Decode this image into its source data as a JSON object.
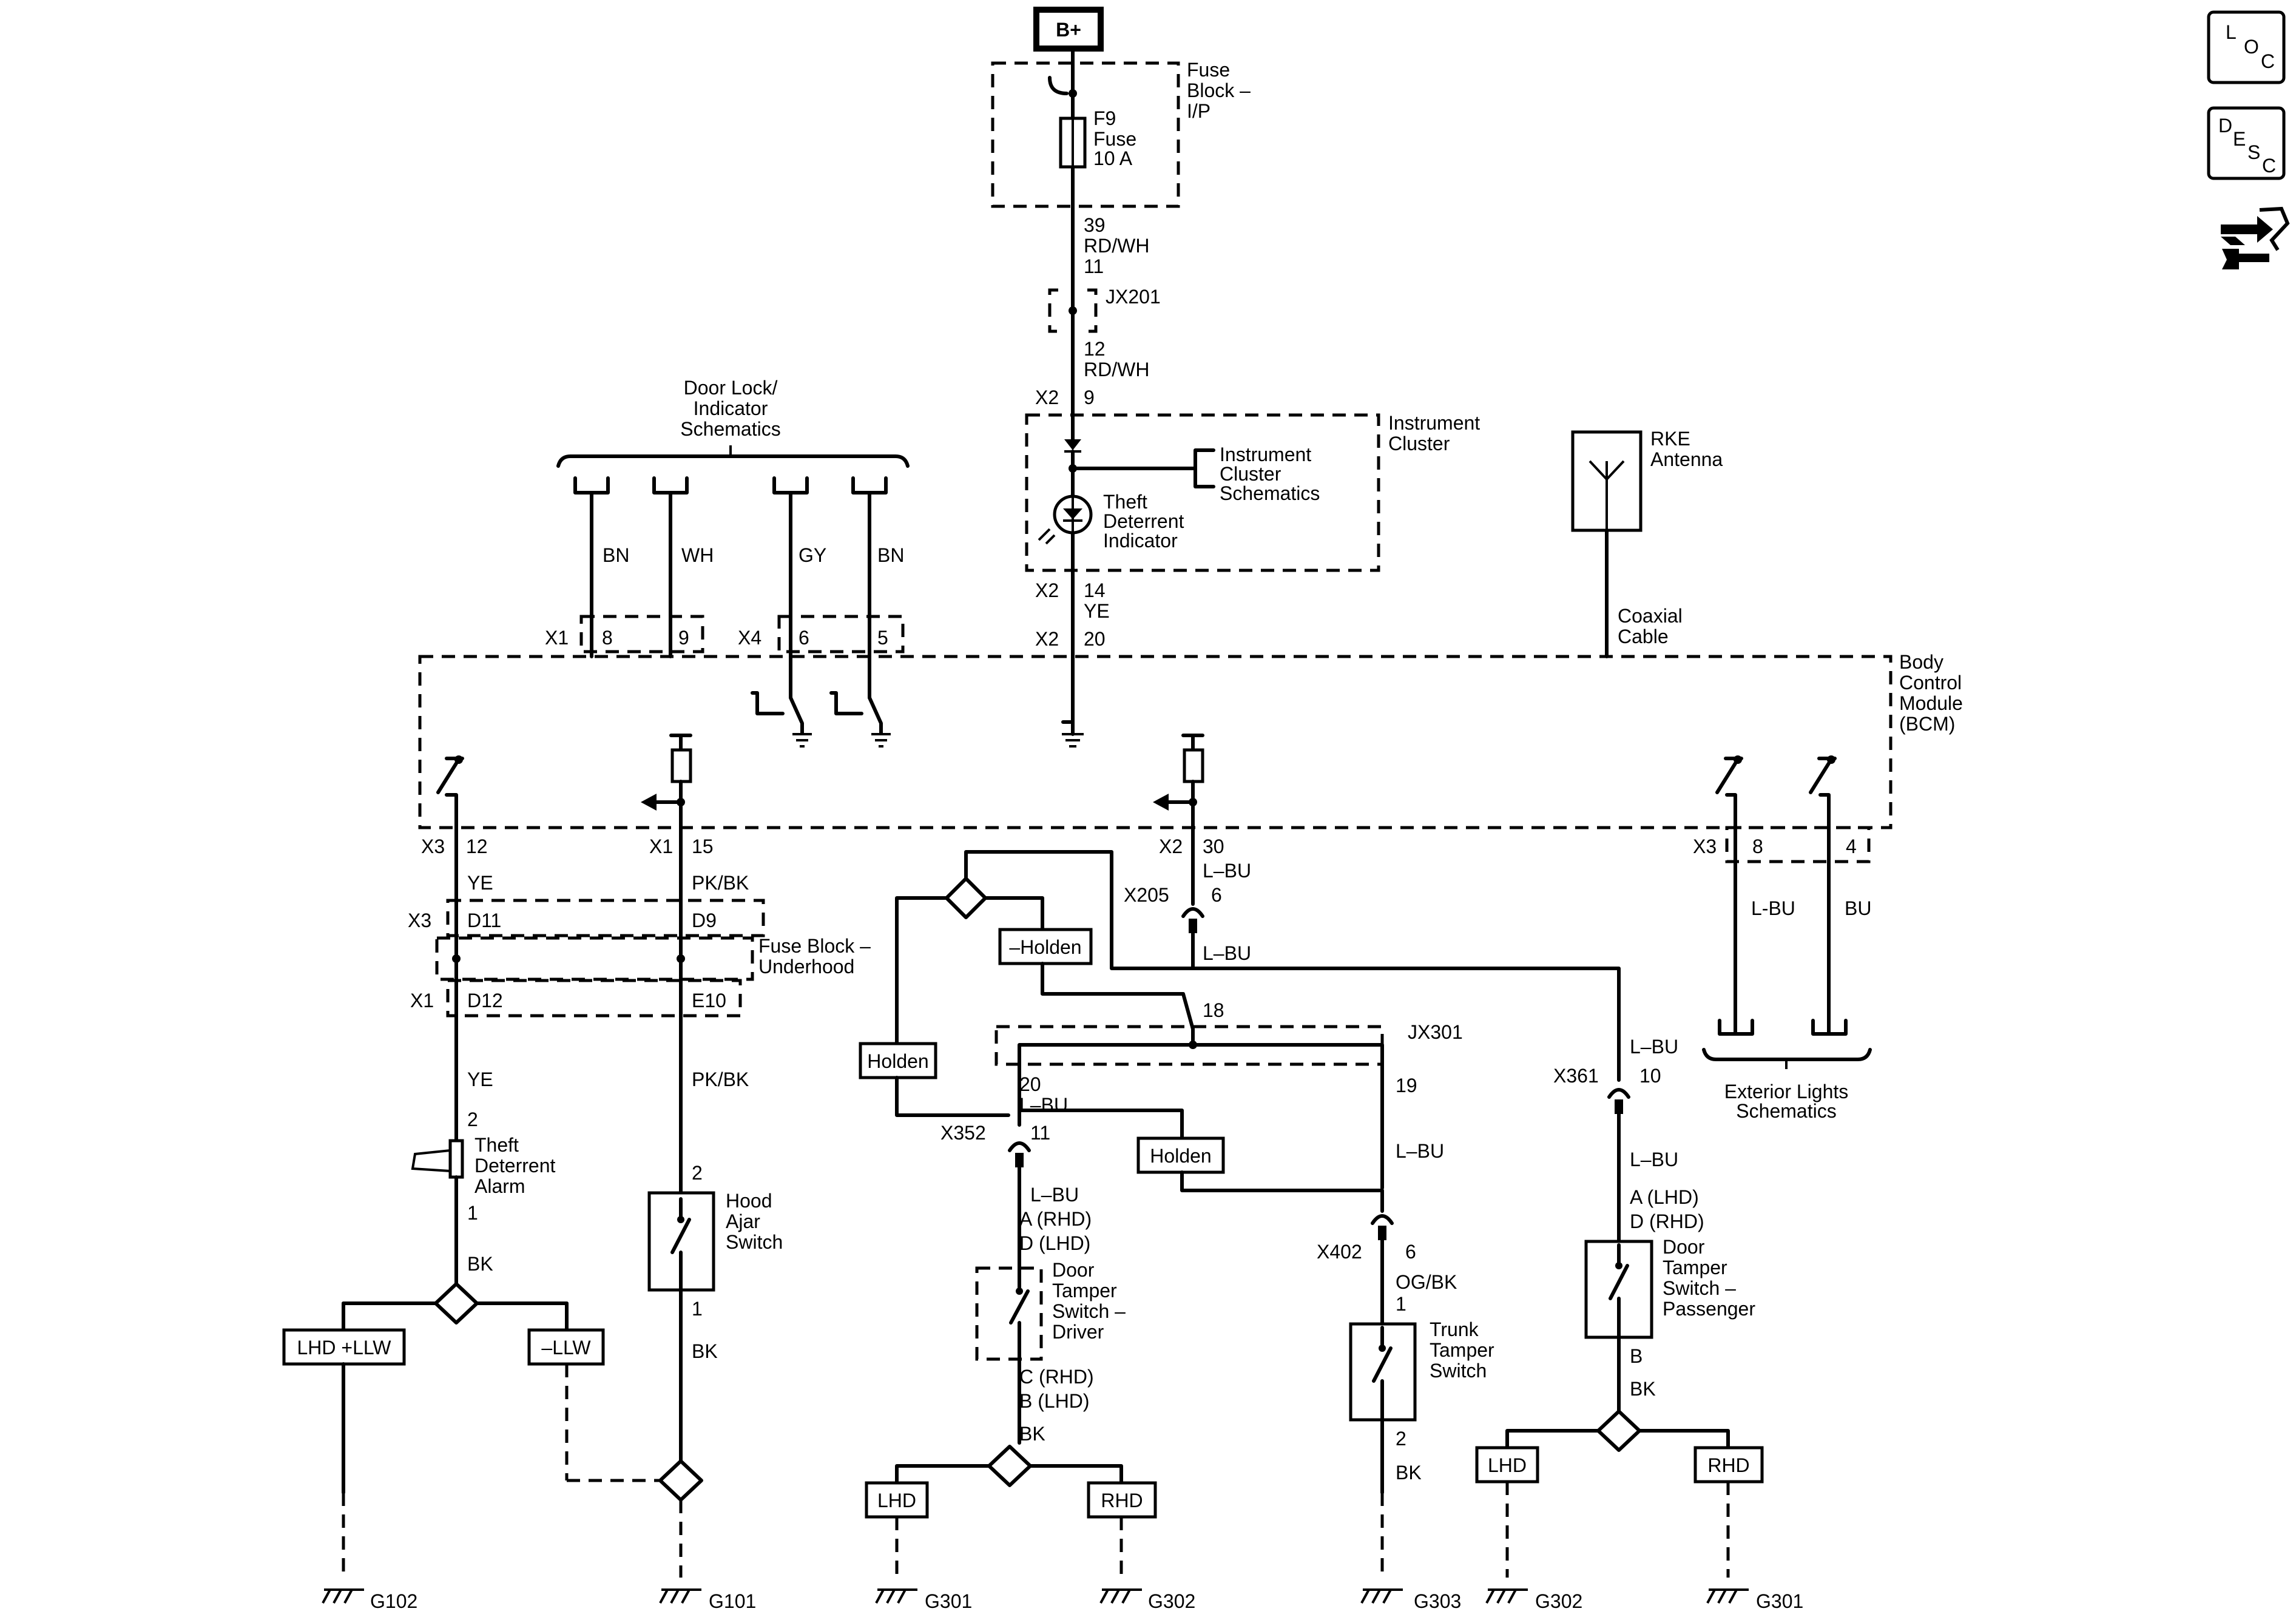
{
  "power": {
    "source": "B+"
  },
  "fuse": {
    "name": "F9",
    "type": "Fuse",
    "rating": "10 A",
    "block": [
      "Fuse",
      "Block –",
      "I/P"
    ]
  },
  "cluster": {
    "label": [
      "Instrument",
      "Cluster"
    ],
    "schematics": [
      "Instrument",
      "Cluster",
      "Schematics"
    ],
    "indicator": [
      "Theft",
      "Deterrent",
      "Indicator"
    ]
  },
  "bcm": {
    "label": [
      "Body",
      "Control",
      "Module",
      "(BCM)"
    ]
  },
  "rke": {
    "label": [
      "RKE",
      "Antenna"
    ],
    "cable": [
      "Coaxial",
      "Cable"
    ]
  },
  "door_lock": {
    "label": [
      "Door Lock/",
      "Indicator",
      "Schematics"
    ],
    "wires": [
      "BN",
      "WH",
      "GY",
      "BN"
    ],
    "x1": "X1",
    "x1_pins": [
      "8",
      "9"
    ],
    "x4": "X4",
    "x4_pins": [
      "6",
      "5"
    ]
  },
  "fuse_block_underhood": {
    "label": [
      "Fuse Block –",
      "Underhood"
    ]
  },
  "exterior_lights": {
    "label": [
      "Exterior Lights",
      "Schematics"
    ],
    "conn": "X3",
    "pins": [
      "8",
      "4"
    ],
    "wires": [
      "L-BU",
      "BU"
    ]
  },
  "labels": {
    "c39": "39",
    "rdwh": "RD/WH",
    "c11": "11",
    "jx201": "JX201",
    "c12": "12",
    "rdwh2": "RD/WH",
    "x2a": "X2",
    "c9": "9",
    "x2b": "X2",
    "c14": "14",
    "ye": "YE",
    "x2c": "X2",
    "c20": "20",
    "x3_12": "X3",
    "p12": "12",
    "ye2": "YE",
    "x3b": "X3",
    "d11": "D11",
    "x1b": "X1",
    "d12": "D12",
    "ye3": "YE",
    "p2": "2",
    "x1_15": "X1",
    "p15": "15",
    "pkbk": "PK/BK",
    "d9": "D9",
    "e10": "E10",
    "pkbk2": "PK/BK",
    "p2b": "2",
    "p1b": "1",
    "bk2": "BK",
    "p1": "1",
    "bk": "BK",
    "x2_30": "X2",
    "p30": "30",
    "lbu1": "L–BU",
    "x205": "X205",
    "p6": "6",
    "lbu2": "L–BU",
    "p18": "18",
    "jx301": "JX301",
    "p20": "20",
    "lbu3": "L–BU",
    "x352": "X352",
    "p11": "11",
    "lbu4": "L–BU",
    "a_rhd": "A (RHD)",
    "d_lhd": "D (LHD)",
    "c_rhd": "C (RHD)",
    "b_lhd": "B (LHD)",
    "bk3": "BK",
    "p19": "19",
    "lbu5": "L–BU",
    "x402": "X402",
    "p6b": "6",
    "ogbk": "OG/BK",
    "p1c": "1",
    "p2c": "2",
    "bk4": "BK",
    "lbu6": "L–BU",
    "x361": "X361",
    "p10": "10",
    "lbu7": "L–BU",
    "a_lhd": "A (LHD)",
    "d_rhd": "D (RHD)",
    "pb": "B",
    "bk5": "BK"
  },
  "components": {
    "alarm": [
      "Theft",
      "Deterrent",
      "Alarm"
    ],
    "hood": [
      "Hood",
      "Ajar",
      "Switch"
    ],
    "door_driver": [
      "Door",
      "Tamper",
      "Switch –",
      "Driver"
    ],
    "trunk": [
      "Trunk",
      "Tamper",
      "Switch"
    ],
    "door_pass": [
      "Door",
      "Tamper",
      "Switch –",
      "Passenger"
    ]
  },
  "options": {
    "lhd_llw": "LHD +LLW",
    "nllw": "–LLW",
    "holden1": "Holden",
    "nholden": "–Holden",
    "holden2": "Holden",
    "lhd1": "LHD",
    "rhd1": "RHD",
    "lhd2": "LHD",
    "rhd2": "RHD"
  },
  "grounds": [
    "G102",
    "G101",
    "G301",
    "G302",
    "G303",
    "G302",
    "G301"
  ],
  "side_icons": {
    "loc": [
      "L",
      "O",
      "C"
    ],
    "desc": [
      "D",
      "E",
      "S",
      "C"
    ]
  }
}
